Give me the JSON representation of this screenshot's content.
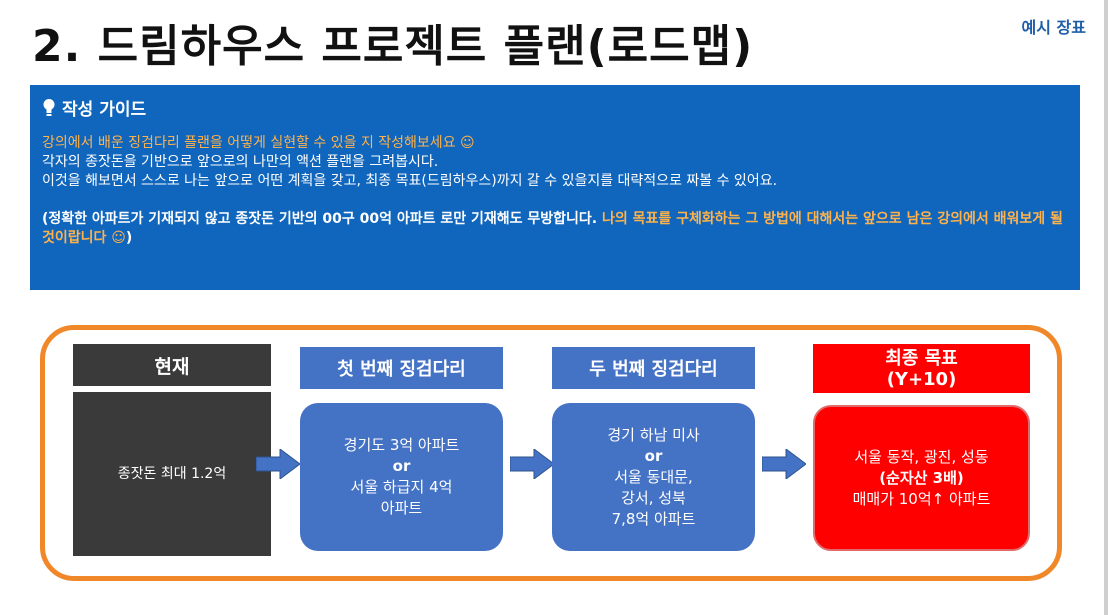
{
  "title": "2. 드림하우스 프로젝트 플랜(로드맵)",
  "corner_tag": "예시 장표",
  "guide": {
    "heading": "작성 가이드",
    "line1": "강의에서 배운 징검다리 플랜을 어떻게 실현할 수 있을 지 작성해보세요 ☺",
    "line2": "각자의 종잣돈을 기반으로 앞으로의 나만의 액션 플랜을 그려봅시다.",
    "line3": "이것을 해보면서 스스로 나는 앞으로 어떤 계획을 갖고, 최종 목표(드림하우스)까지 갈 수 있을지를 대략적으로 짜볼 수 있어요.",
    "note_white": "(정확한 아파트가 기재되지 않고 종잣돈 기반의 00구 00억 아파트 로만 기재해도 무방합니다. ",
    "note_orange": "나의 목표를 구체화하는 그 방법에 대해서는 앞으로 남은 강의에서 배워보게 될 것이랍니다 ☺",
    "note_end": ")"
  },
  "roadmap": {
    "current": {
      "header": "현재",
      "body": "종잣돈 최대 1.2억"
    },
    "step1": {
      "header": "첫 번째 징검다리",
      "lines": [
        "경기도 3억 아파트",
        "or",
        "서울 하급지 4억",
        "아파트"
      ]
    },
    "step2": {
      "header": "두 번째 징검다리",
      "lines": [
        "경기 하남 미사",
        "or",
        "서울 동대문,",
        "강서, 성북",
        "7,8억 아파트"
      ]
    },
    "goal": {
      "header_line1": "최종 목표",
      "header_line2": "(Y+10)",
      "lines": [
        "서울 동작, 광진, 성동",
        "(순자산 3배)",
        "매매가 10억↑ 아파트"
      ]
    }
  },
  "colors": {
    "guide_bg": "#1066bd",
    "highlight": "#ffb24a",
    "border_orange": "#f0882a",
    "step_blue": "#4472c4",
    "dark": "#3a3a3a",
    "goal_red": "#ff0000"
  }
}
